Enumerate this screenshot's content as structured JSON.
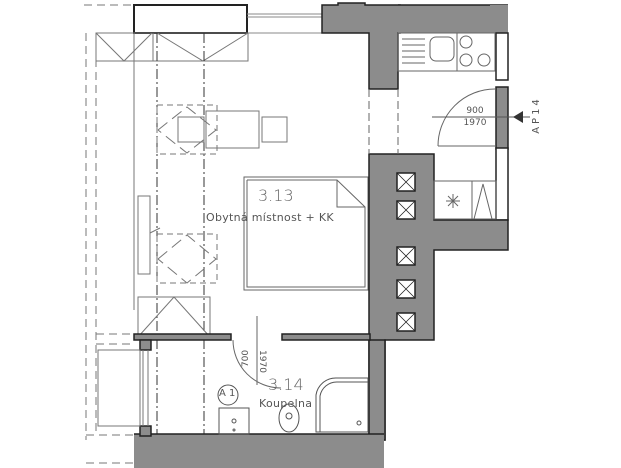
{
  "plan": {
    "wall_color": "#8c8c8c",
    "line_color": "#444444",
    "rooms": [
      {
        "number": "3.13",
        "name": "Obytná místnost + KK"
      },
      {
        "number": "3.14",
        "name": "Koupelna"
      }
    ],
    "doors": [
      {
        "width": "900",
        "height": "1970"
      },
      {
        "width": "700",
        "height": "1970"
      }
    ],
    "section_marker": "AP14",
    "tag": "A 1"
  }
}
